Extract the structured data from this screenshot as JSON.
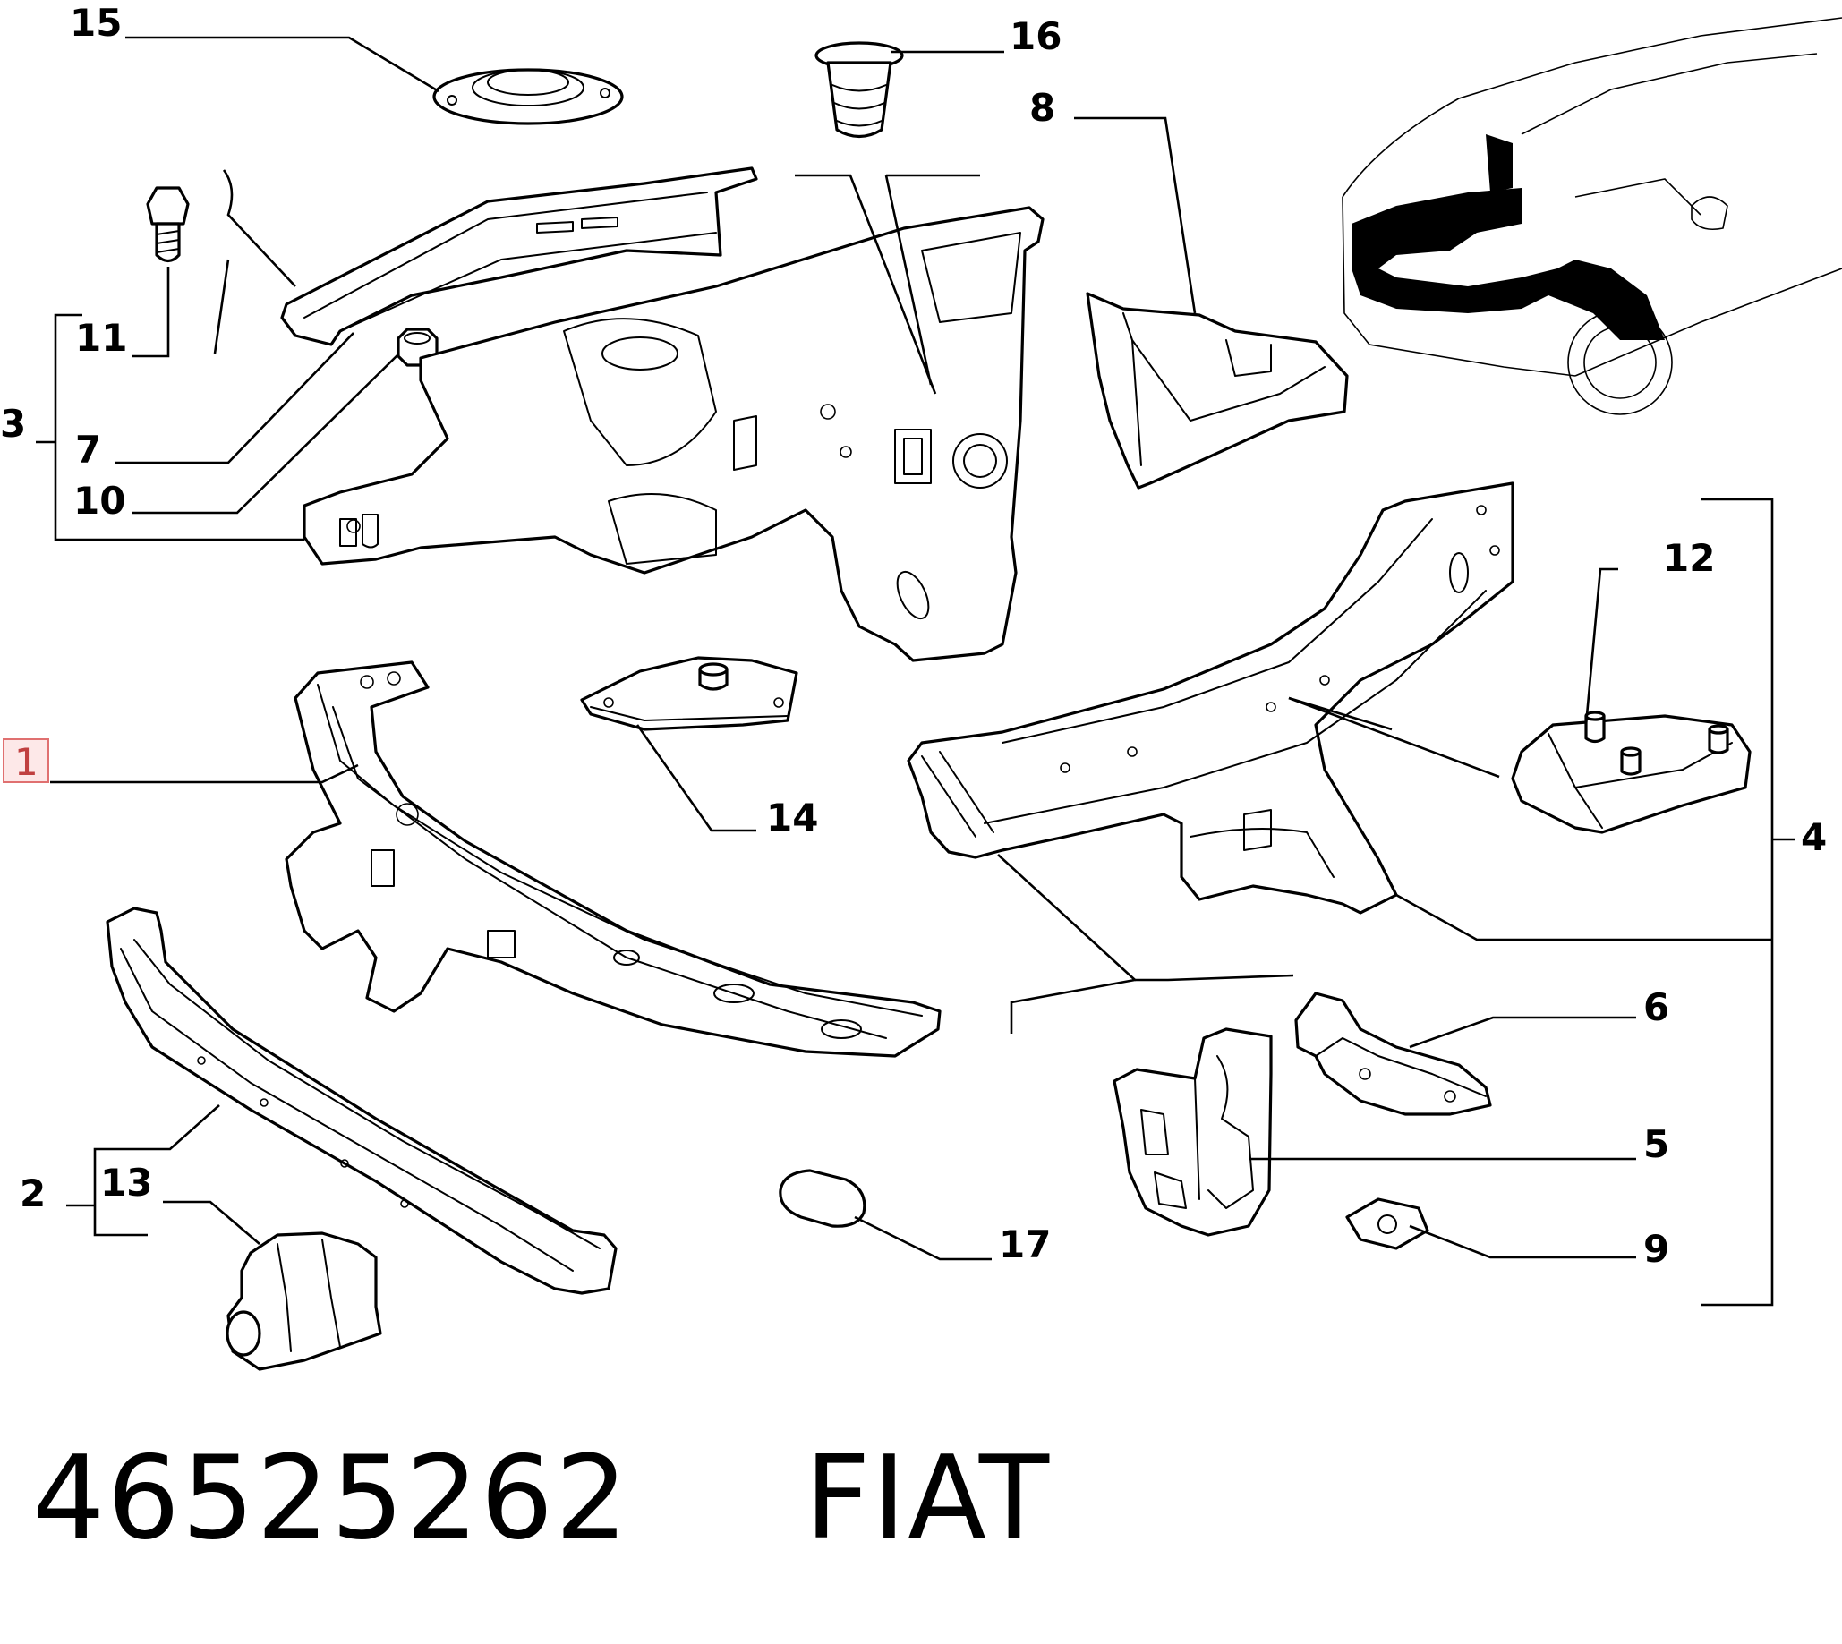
{
  "callouts": {
    "c1": "1",
    "c2": "2",
    "c3": "3",
    "c4": "4",
    "c5": "5",
    "c6": "6",
    "c7": "7",
    "c8": "8",
    "c9": "9",
    "c10": "10",
    "c11": "11",
    "c12": "12",
    "c13": "13",
    "c14": "14",
    "c15": "15",
    "c16": "16",
    "c17": "17"
  },
  "footer": {
    "part_number": "46525262",
    "brand": "FIAT"
  }
}
